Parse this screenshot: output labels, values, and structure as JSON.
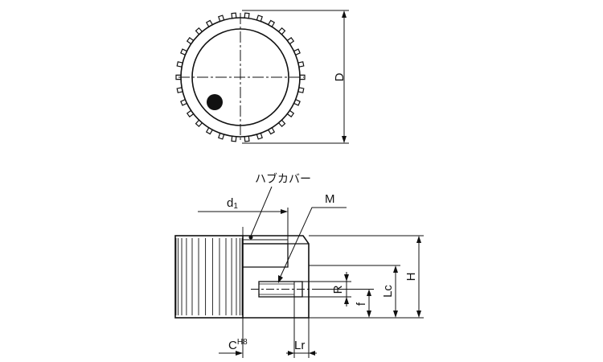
{
  "labels": {
    "D": "D",
    "hub_cover": "ハブカバー",
    "M": "M",
    "d1_main": "d",
    "d1_sub": "1",
    "H": "H",
    "Lc": "Lc",
    "R": "R",
    "f": "f",
    "C_main": "C",
    "C_sup": "H8",
    "Lr": "Lr"
  },
  "colors": {
    "line": "#111111",
    "background": "#ffffff"
  }
}
